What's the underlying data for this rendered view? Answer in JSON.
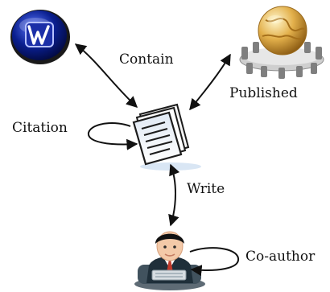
{
  "labels": {
    "contain": "Contain",
    "published": "Published",
    "citation": "Citation",
    "write": "Write",
    "coauthor": "Co-author"
  },
  "icons": {
    "wiki": "wikipedia-logo-icon",
    "venue": "globe-conference-table-icon",
    "paper": "document-icon",
    "author": "author-at-desk-icon"
  },
  "colors": {
    "wiki_blue": "#0a1f8f",
    "globe_gold": "#d9a441",
    "table_gray": "#9a9a9a",
    "suit_dark": "#1f2f3a",
    "tie_red": "#c0392b",
    "line": "#111111"
  }
}
